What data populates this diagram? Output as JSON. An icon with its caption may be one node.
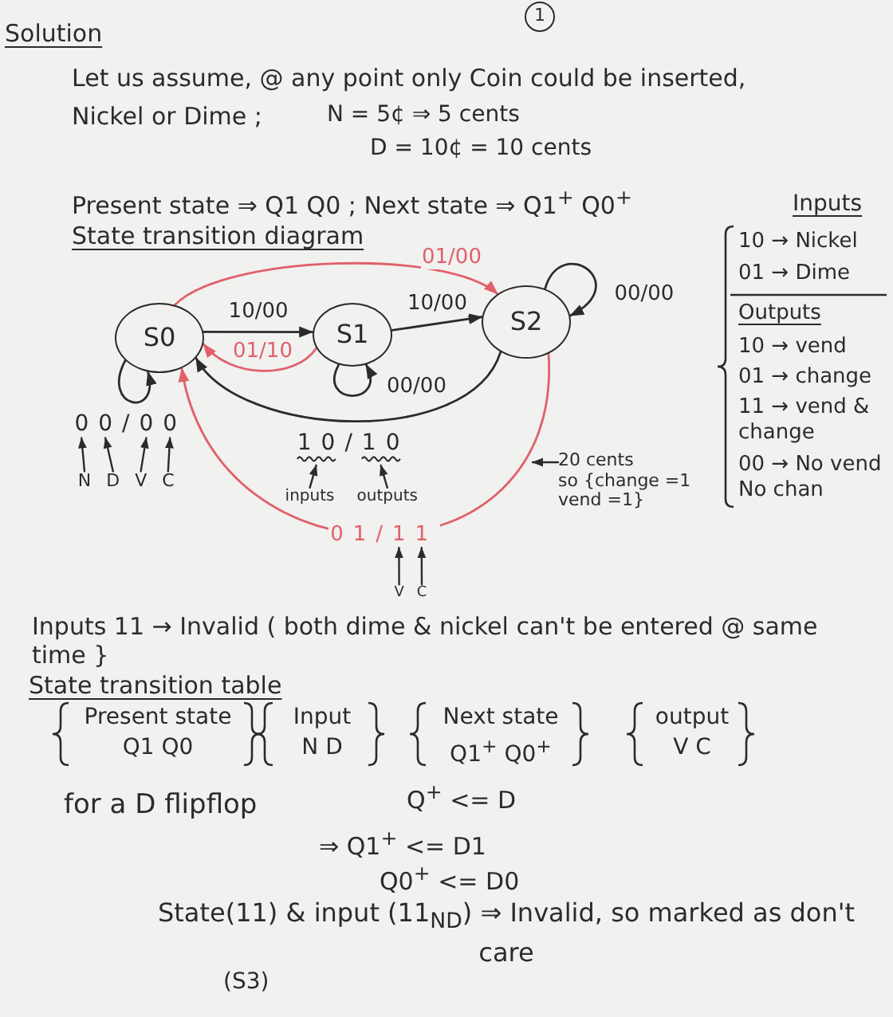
{
  "diagram": {
    "title": "Solution",
    "nodes": [
      {
        "text": [
          "1"
        ]
      },
      {
        "text": [
          "S0"
        ]
      },
      {
        "text": [
          "S1"
        ]
      },
      {
        "text": [
          "S2"
        ]
      },
      {
        "text": [
          "N D V C"
        ]
      },
      {
        "text": [
          "inputs"
        ]
      },
      {
        "text": [
          "outputs"
        ]
      },
      {
        "text": [
          "20 cents",
          "so {change =1 vend =1}"
        ]
      },
      {
        "text": [
          "V"
        ]
      },
      {
        "text": [
          "C"
        ]
      }
    ],
    "edges": [
      {
        "from": 1,
        "to": 2,
        "arrow": "to",
        "label": "10/00"
      },
      {
        "from": 2,
        "to": 1,
        "arrow": "to",
        "label": "01/10",
        "color": "#e0606a"
      },
      {
        "from": 2,
        "to": 3,
        "arrow": "to",
        "label": "10/00"
      },
      {
        "from": 1,
        "to": 3,
        "arrow": "to",
        "label": "01/00",
        "color": "#e0606a"
      },
      {
        "from": 3,
        "to": 3,
        "arrow": "to",
        "label": "00/00"
      },
      {
        "from": 2,
        "to": 2,
        "arrow": "to",
        "label": "00/00"
      },
      {
        "from": 1,
        "to": 1,
        "arrow": "to",
        "label": "00/00"
      },
      {
        "from": 3,
        "to": 1,
        "arrow": "to",
        "label": "10/10"
      },
      {
        "from": 3,
        "to": 1,
        "arrow": "to",
        "label": "01/11",
        "color": "#e0606a"
      },
      {
        "from": 4,
        "to": null,
        "arrow": "to"
      },
      {
        "from": 4,
        "to": null,
        "arrow": "to"
      },
      {
        "from": 4,
        "to": null,
        "arrow": "to"
      },
      {
        "from": 4,
        "to": null,
        "arrow": "to"
      },
      {
        "from": 5,
        "to": null,
        "arrow": "to"
      },
      {
        "from": 6,
        "to": null,
        "arrow": "to"
      },
      {
        "from": 7,
        "to": null,
        "arrow": "to"
      },
      {
        "from": 8,
        "to": null,
        "arrow": "to"
      },
      {
        "from": 9,
        "to": null,
        "arrow": "to"
      }
    ],
    "labels": [
      "Let us assume, @ any point only Coin could be inserted,",
      "Nickel or Dime ;",
      "N = 5¢ ⇒ 5 cents",
      "D = 10¢ = 10 cents",
      "Present state ⇒ Q1 Q0 ; Next state ⇒ Q1$^{+}$ Q0$^{+}$",
      "Inputs",
      "State transition diagram",
      "10 → Nickel",
      "01 → Dime",
      "Outputs",
      "10 → vend",
      "01 → change",
      "11 → vend & change",
      "00 → No vend No chan",
      "Inputs 11 → Invalid ( both dime & nickel can't be entered @ same time }",
      "State transition table",
      "Present state",
      "Q1 Q0",
      "Input",
      "N D",
      "Next state",
      "Q1$^{+}$ Q0$^{+}$",
      "output",
      "V C",
      "for a D flipflop",
      "Q$^{+}$ <= D",
      "⇒ Q1$^{+}$ <= D1",
      "Q0$^{+}$ <= D0",
      "State(11) & input (11$_{ND}$) ⇒ Invalid, so marked as don't care",
      "(S3)"
    ]
  }
}
